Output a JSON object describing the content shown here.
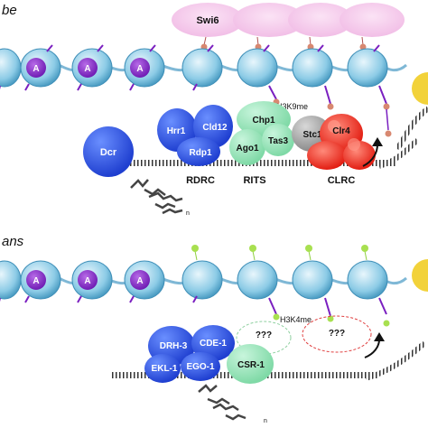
{
  "panel_top": {
    "species": "be",
    "mark": "H3K9me",
    "swi6": "Swi6",
    "acetyl": "A",
    "dcr": "Dcr",
    "rdrc": {
      "hrr1": "Hrr1",
      "cld12": "Cld12",
      "rdp1": "Rdp1",
      "label": "RDRC"
    },
    "rits": {
      "chp1": "Chp1",
      "ago1": "Ago1",
      "tas3": "Tas3",
      "label": "RITS"
    },
    "clrc": {
      "stc1": "Stc1",
      "clr4": "Clr4",
      "label": "CLRC"
    },
    "rna_tail": "n"
  },
  "panel_bottom": {
    "species": "ans",
    "mark": "H3K4me",
    "acetyl": "A",
    "unknown_1": "???",
    "unknown_2": "???",
    "complex": {
      "drh3": "DRH-3",
      "cde1": "CDE-1",
      "ekl1": "EKL-1",
      "ego1": "EGO-1",
      "csr1": "CSR-1"
    },
    "rna_tail": "n"
  }
}
